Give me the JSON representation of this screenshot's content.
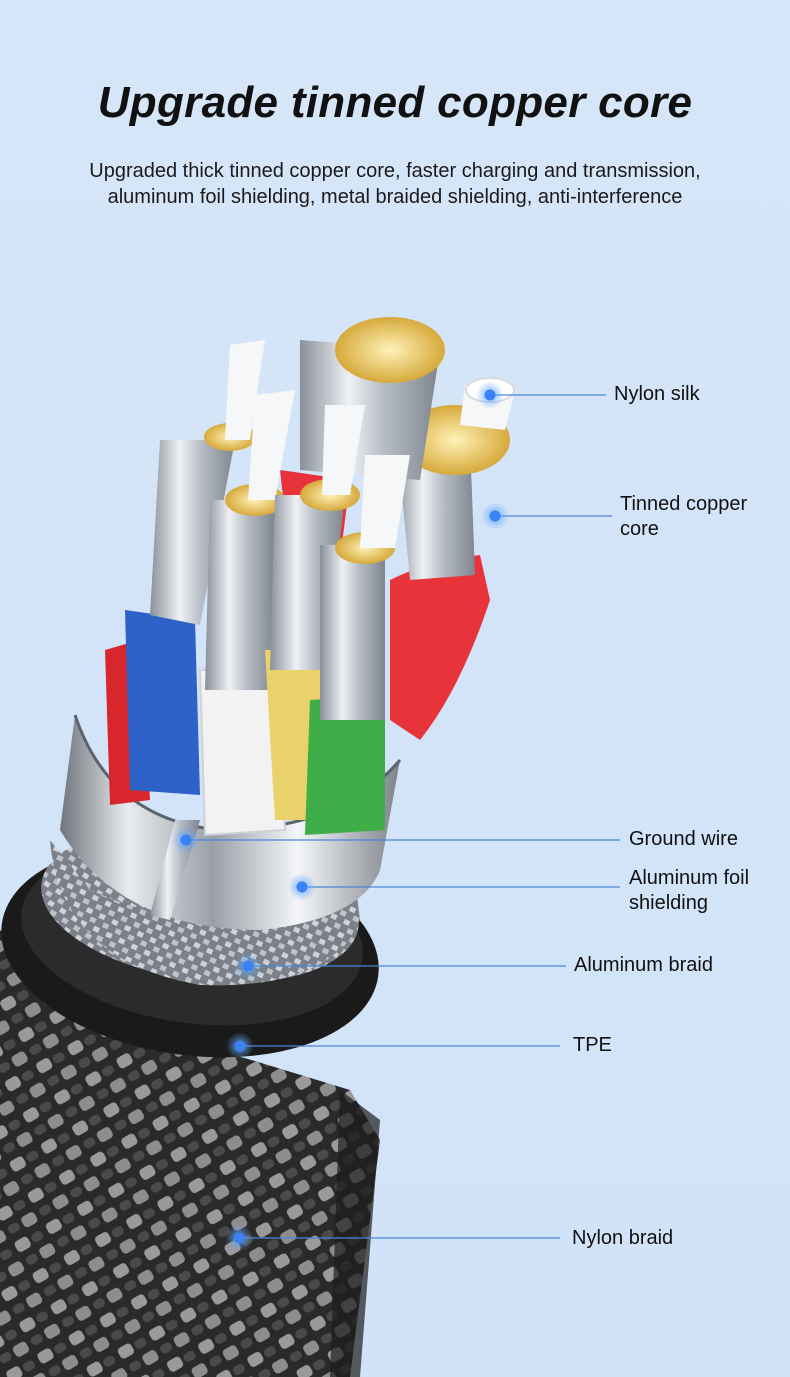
{
  "header": {
    "title": "Upgrade tinned copper core",
    "subtitle_lines": [
      "Upgraded thick tinned copper core, faster charging and transmission,",
      "aluminum foil shielding, metal braided shielding, anti-interference"
    ]
  },
  "callouts": {
    "nylon_silk": "Nylon silk",
    "tinned_copper_core": {
      "line1": "Tinned copper",
      "line2": "core"
    },
    "ground_wire": "Ground wire",
    "aluminum_foil_shielding": {
      "line1": "Aluminum foil",
      "line2": "shielding"
    },
    "aluminum_braid": "Aluminum braid",
    "tpe": "TPE",
    "nylon_braid": "Nylon braid"
  },
  "colors": {
    "accent_dot": "#3b82f6",
    "leader_line": "#4a86d8",
    "wire_red": "#e8333a",
    "wire_blue": "#2f62c9",
    "wire_white": "#f2f2f2",
    "wire_yellow": "#e9d26a",
    "wire_green": "#3fae49",
    "copper_tin": "#e8c25a",
    "tpe_black": "#1c1c1c"
  }
}
